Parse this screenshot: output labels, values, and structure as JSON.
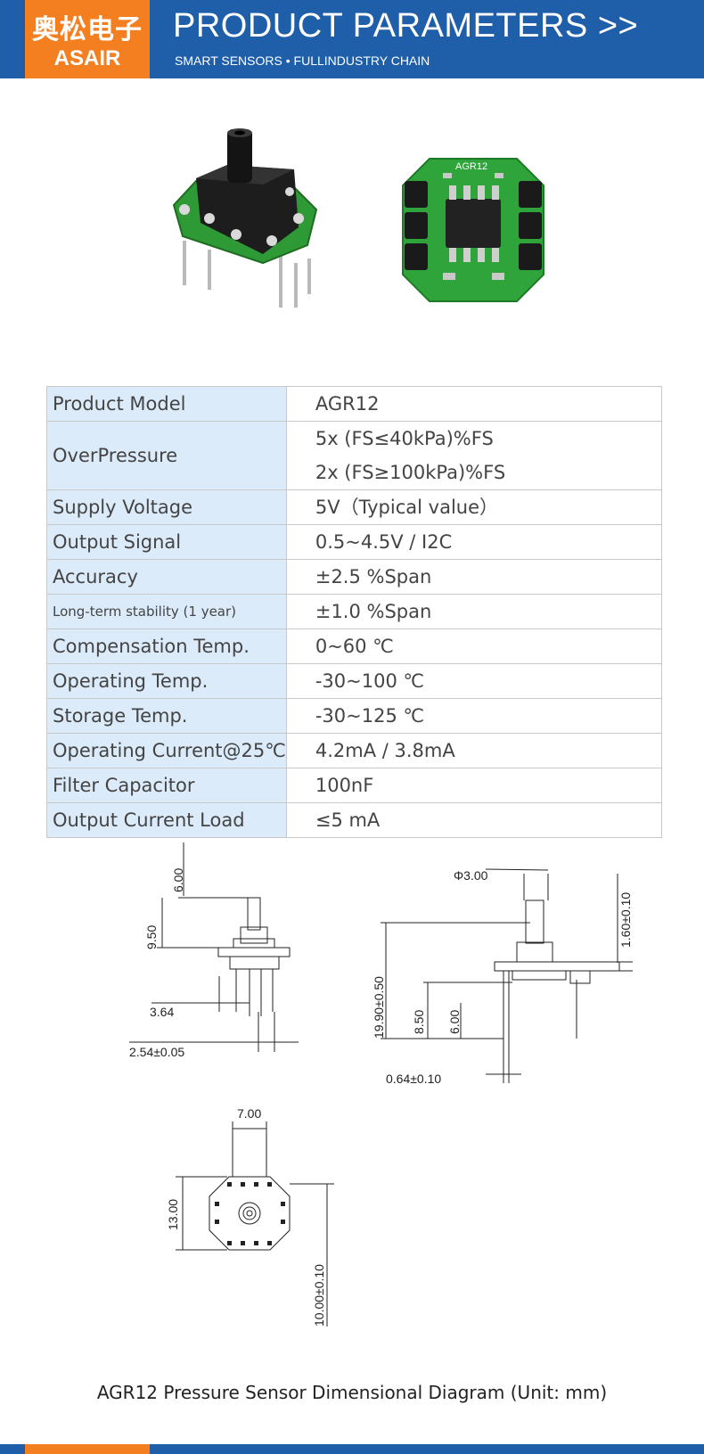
{
  "header": {
    "logo_cn": "奥松电子",
    "logo_en": "ASAIR",
    "title": "PRODUCT PARAMETERS >>",
    "subtitle": "SMART SENSORS • FULLINDUSTRY CHAIN",
    "colors": {
      "band": "#1f5ea8",
      "logo": "#f47f21"
    }
  },
  "photos": {
    "board_label": "AGR12"
  },
  "specs": [
    {
      "param": "Product Model",
      "values": [
        "AGR12"
      ]
    },
    {
      "param": "OverPressure",
      "values": [
        "5x (FS≤40kPa)%FS",
        "2x (FS≥100kPa)%FS"
      ]
    },
    {
      "param": "Supply Voltage",
      "values": [
        "5V（Typical value）"
      ]
    },
    {
      "param": "Output Signal",
      "values": [
        "0.5~4.5V / I2C"
      ]
    },
    {
      "param": "Accuracy",
      "values": [
        "±2.5 %Span"
      ]
    },
    {
      "param": "Long-term stability (1 year)",
      "values": [
        "±1.0 %Span"
      ]
    },
    {
      "param": "Compensation Temp.",
      "values": [
        "0~60 ℃"
      ]
    },
    {
      "param": "Operating Temp.",
      "values": [
        "-30~100 ℃"
      ]
    },
    {
      "param": "Storage Temp.",
      "values": [
        "-30~125 ℃"
      ]
    },
    {
      "param": "Operating Current@25℃",
      "values": [
        "4.2mA / 3.8mA"
      ]
    },
    {
      "param": "Filter Capacitor",
      "values": [
        "100nF"
      ]
    },
    {
      "param": "Output Current Load",
      "values": [
        "≤5 mA"
      ]
    }
  ],
  "dimensions": {
    "front": {
      "port_height": "6.00",
      "body_height": "9.50",
      "pin_span": "3.64",
      "pin_pitch": "2.54±0.05"
    },
    "side": {
      "port_diameter": "Φ3.00",
      "board_thickness": "1.60±0.10",
      "total_height": "19.90±0.50",
      "body": "8.50",
      "pin": "6.00",
      "pin_width": "0.64±0.10"
    },
    "top": {
      "width": "7.00",
      "height": "13.00",
      "pad_span": "10.00±0.10"
    }
  },
  "caption": "AGR12 Pressure Sensor Dimensional Diagram (Unit: mm)"
}
